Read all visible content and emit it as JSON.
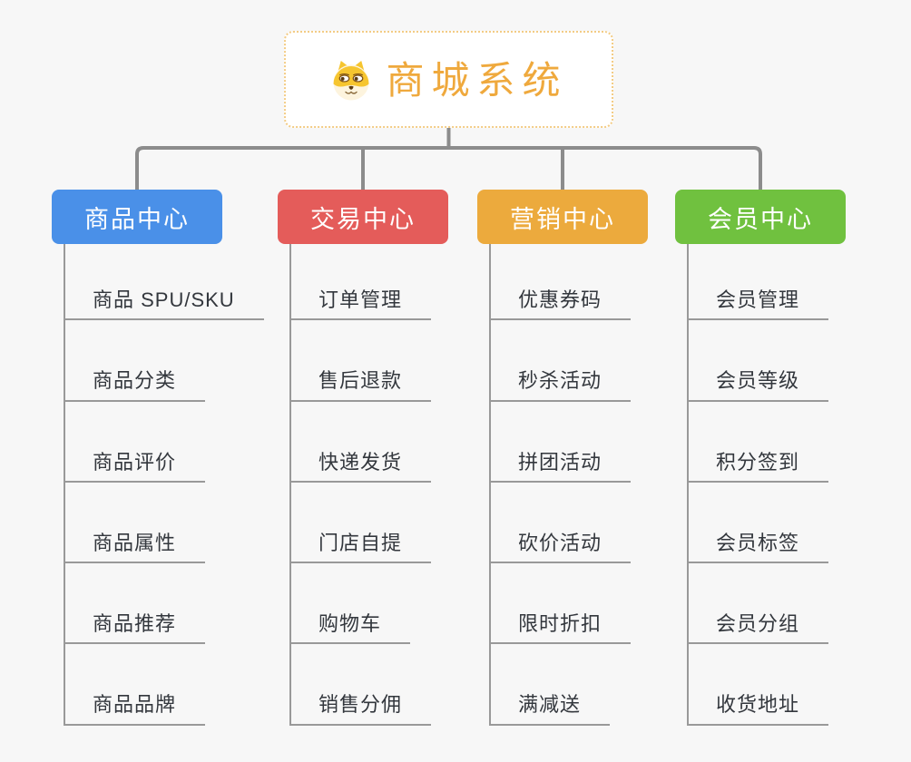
{
  "root": {
    "title": "商城系统",
    "icon": "shiba-dog-icon",
    "title_color": "#efa93d",
    "border_color": "#f3cc85"
  },
  "connector_color": "#8c8c8c",
  "line_color": "#999999",
  "background_color": "#f7f7f7",
  "branches": [
    {
      "label": "商品中心",
      "color": "#4a90e8",
      "items": [
        "商品 SPU/SKU",
        "商品分类",
        "商品评价",
        "商品属性",
        "商品推荐",
        "商品品牌"
      ]
    },
    {
      "label": "交易中心",
      "color": "#e45c5a",
      "items": [
        "订单管理",
        "售后退款",
        "快递发货",
        "门店自提",
        "购物车",
        "销售分佣"
      ]
    },
    {
      "label": "营销中心",
      "color": "#ecaa3d",
      "items": [
        "优惠券码",
        "秒杀活动",
        "拼团活动",
        "砍价活动",
        "限时折扣",
        "满减送"
      ]
    },
    {
      "label": "会员中心",
      "color": "#70c13f",
      "items": [
        "会员管理",
        "会员等级",
        "积分签到",
        "会员标签",
        "会员分组",
        "收货地址"
      ]
    }
  ]
}
